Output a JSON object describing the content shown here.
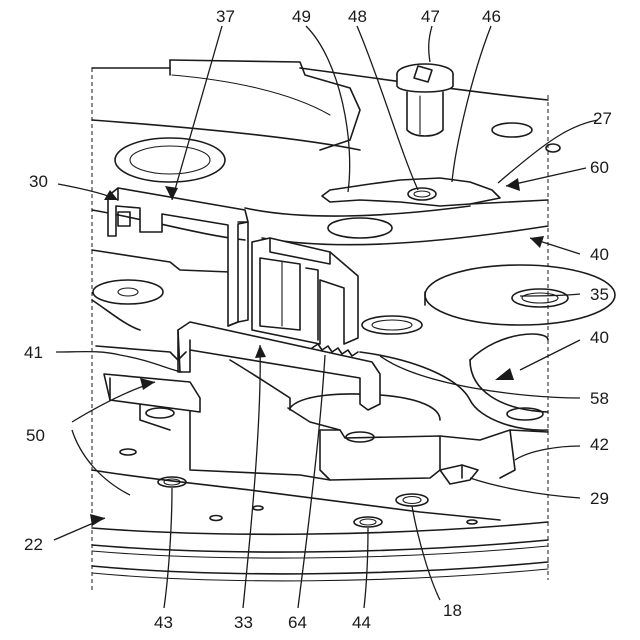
{
  "figure": {
    "reference_numerals": {
      "n37": "37",
      "n49": "49",
      "n48": "48",
      "n47": "47",
      "n46": "46",
      "n27": "27",
      "n60": "60",
      "n30": "30",
      "n40a": "40",
      "n35": "35",
      "n40b": "40",
      "n41": "41",
      "n58": "58",
      "n50": "50",
      "n42": "42",
      "n29": "29",
      "n22": "22",
      "n43": "43",
      "n33": "33",
      "n64": "64",
      "n44": "44",
      "n18": "18"
    }
  }
}
